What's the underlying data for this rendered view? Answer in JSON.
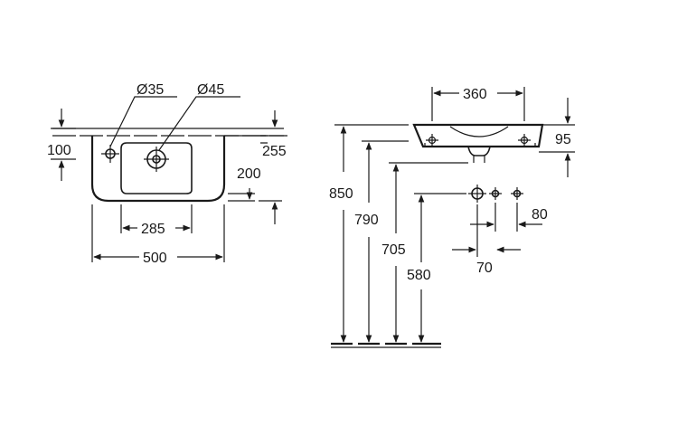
{
  "plan_view": {
    "tap_hole_diameter": "Ø35",
    "waste_hole_diameter": "Ø45",
    "height_offset": "100",
    "wall_offset": "255",
    "rear_depth": "200",
    "bowl_width": "285",
    "total_width": "500"
  },
  "side_view": {
    "depth": "360",
    "basin_height": "95",
    "height_850": "850",
    "height_790": "790",
    "height_705": "705",
    "height_580": "580",
    "spacing_80": "80",
    "spacing_70": "70"
  }
}
